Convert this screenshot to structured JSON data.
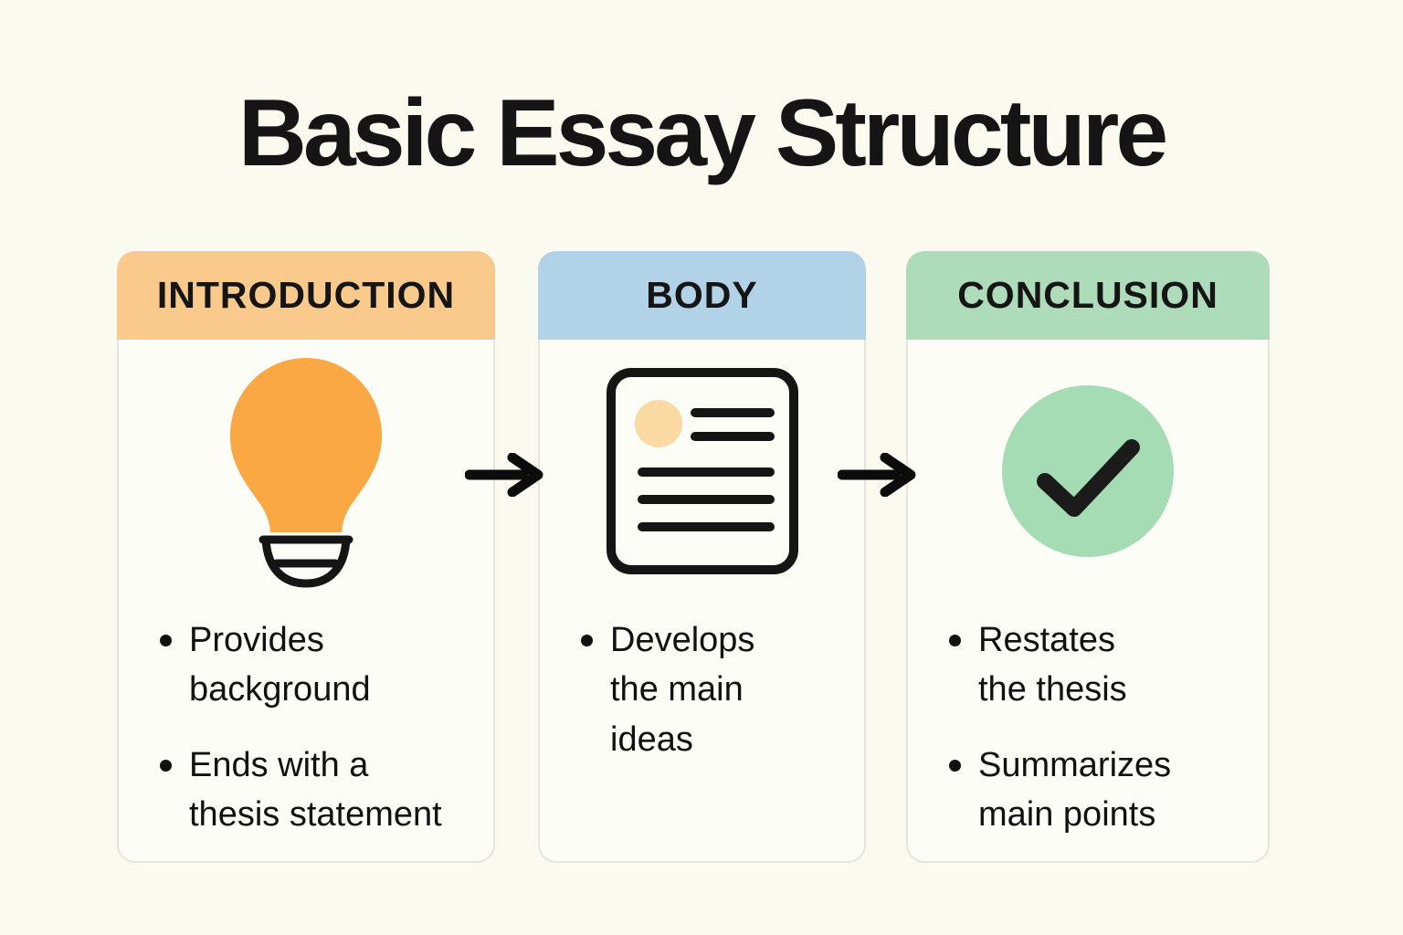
{
  "title": "Basic Essay Structure",
  "colors": {
    "background": "#FAFAF1",
    "card_bg": "#FDFDF7",
    "card_border": "#E5E5DD",
    "intro_header": "#FACA8C",
    "body_header": "#B1D2E7",
    "conclusion_header": "#AEDCBA",
    "bulb_fill": "#F9A843",
    "doc_accent": "#FAD9A3",
    "check_circle": "#A6DCB4",
    "ink": "#151515"
  },
  "cards": [
    {
      "id": "introduction",
      "title": "INTRODUCTION",
      "icon": "lightbulb-icon",
      "bullets": [
        "Provides background",
        "Ends with a thesis statement"
      ]
    },
    {
      "id": "body",
      "title": "BODY",
      "icon": "document-icon",
      "bullets": [
        "Develops the main ideas"
      ]
    },
    {
      "id": "conclusion",
      "title": "CONCLUSION",
      "icon": "checkmark-icon",
      "bullets": [
        "Restates the thesis",
        "Summarizes main points"
      ]
    }
  ],
  "arrows": [
    {
      "icon": "right-arrow-icon"
    },
    {
      "icon": "right-arrow-icon"
    }
  ]
}
